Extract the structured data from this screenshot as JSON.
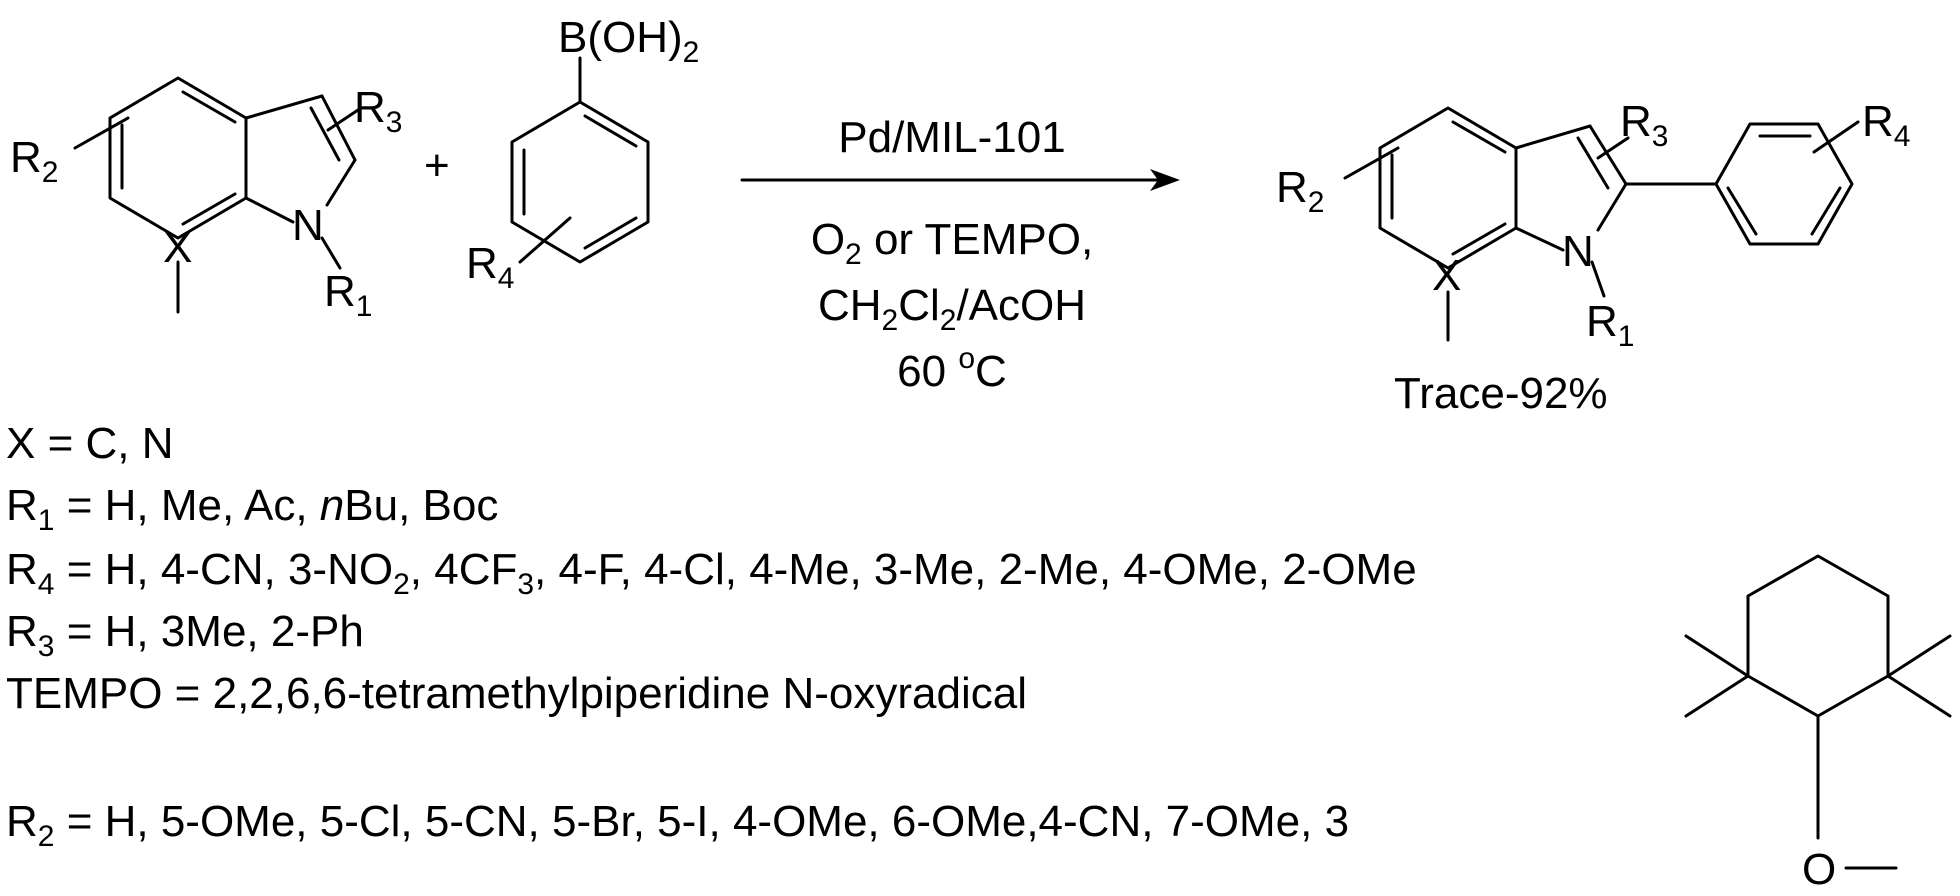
{
  "reactant_indole": {
    "r2": "R",
    "r2_sub": "2",
    "r3": "R",
    "r3_sub": "3",
    "n": "N",
    "r1": "R",
    "r1_sub": "1",
    "x": "X"
  },
  "plus_sign": "+",
  "boronic_acid": {
    "group_main": "B(OH)",
    "group_sub": "2",
    "r4": "R",
    "r4_sub": "4"
  },
  "conditions": {
    "catalyst": "Pd/MIL-101",
    "oxidant_pre": "O",
    "oxidant_sub": "2",
    "oxidant_post": " or TEMPO,",
    "solvent_a": "CH",
    "solvent_a_sub": "2",
    "solvent_b": "Cl",
    "solvent_b_sub": "2",
    "solvent_c": "/AcOH",
    "temp_value": "60 ",
    "temp_sup": "o",
    "temp_unit": "C"
  },
  "product": {
    "r2": "R",
    "r2_sub": "2",
    "r3": "R",
    "r3_sub": "3",
    "r4": "R",
    "r4_sub": "4",
    "n": "N",
    "r1": "R",
    "r1_sub": "1",
    "x": "X",
    "yield": "Trace-92%"
  },
  "definitions": {
    "x_line": "X = C, N",
    "r1_prefix": "R",
    "r1_sub": "1",
    "r1_a": " = H, Me, Ac, ",
    "r1_italic": "n",
    "r1_b": "Bu, Boc",
    "r4_prefix": "R",
    "r4_sub": "4",
    "r4_a": " = H, 4-CN, 3-NO",
    "r4_no2_sub": "2",
    "r4_b": ", 4CF",
    "r4_cf3_sub": "3",
    "r4_c": ", 4-F, 4-Cl, 4-Me, 3-Me, 2-Me, 4-OMe, 2-OMe",
    "r3_prefix": "R",
    "r3_sub": "3",
    "r3_a": " = H, 3Me, 2-Ph",
    "tempo_line": "TEMPO = 2,2,6,6-tetramethylpiperidine N-oxyradical",
    "r2_prefix": "R",
    "r2_sub": "2",
    "r2_a": " = H, 5-OMe, 5-Cl, 5-CN, 5-Br, 5-I, 4-OMe, 6-OMe,4-CN, 7-OMe, 3"
  },
  "tempo_structure": {
    "o": "O"
  }
}
